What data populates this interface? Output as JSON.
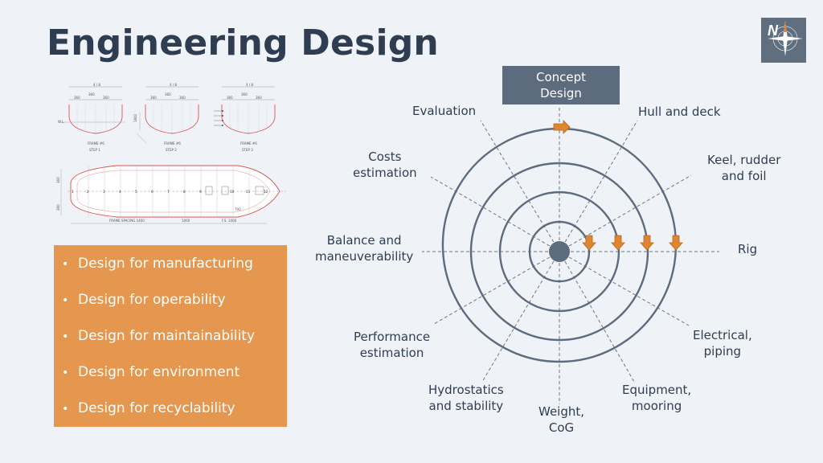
{
  "slide": {
    "title": "Engineering Design"
  },
  "concept_box": {
    "line1": "Concept",
    "line2": "Design"
  },
  "bullets": [
    "Design for manufacturing",
    "Design for operability",
    "Design for maintainability",
    "Design for environment",
    "Design for recyclability"
  ],
  "spiral_labels": {
    "hull_deck": "Hull and deck",
    "keel_1": "Keel, rudder",
    "keel_2": "and foil",
    "rig": "Rig",
    "electrical_1": "Electrical,",
    "electrical_2": "piping",
    "equipment_1": "Equipment,",
    "equipment_2": "mooring",
    "weight_1": "Weight,",
    "weight_2": "CoG",
    "hydro_1": "Hydrostatics",
    "hydro_2": "and stability",
    "performance_1": "Performance",
    "performance_2": "estimation",
    "balance_1": "Balance and",
    "balance_2": "maneuverability",
    "costs_1": "Costs",
    "costs_2": "estimation",
    "evaluation": "Evaluation"
  },
  "drawing_text": {
    "frame": "FRAME #6",
    "step1": "STEP 1",
    "step2": "STEP 2",
    "step3": "STEP 3",
    "dim_top": "4 / 8",
    "dim_360": "360",
    "dim_1842": "1842",
    "wl": "W.L.",
    "frame_spacing": "FRAME SPACING  1400",
    "fs": "F.S.  1400",
    "d1000": "1000",
    "d700": "700",
    "frames": [
      "1",
      "2",
      "3",
      "4",
      "5",
      "6",
      "7",
      "8",
      "9",
      "10",
      "11",
      "12"
    ]
  },
  "colors": {
    "background": "#eff2f7",
    "title": "#2f3d52",
    "orange_panel": "#e6974f",
    "concept_box": "#5c6b7e",
    "spiral": "#5c6b7e",
    "arrow": "#e0852f",
    "hull_line": "#d9534f"
  },
  "icons": {
    "logo": "compass-rose-logo"
  }
}
